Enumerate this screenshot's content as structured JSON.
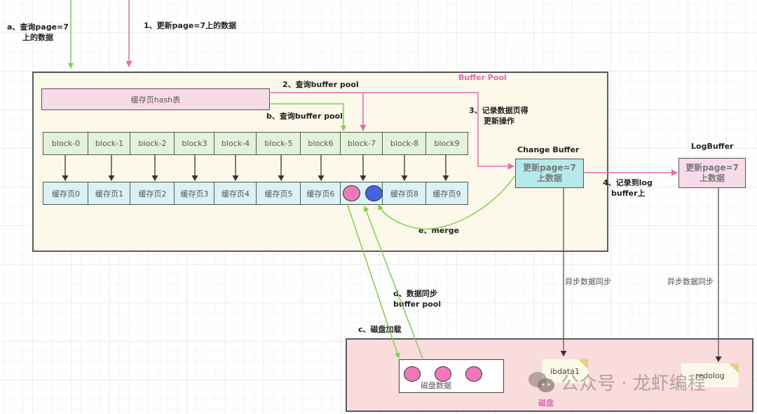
{
  "labels": {
    "a_query": "a、查询page=7",
    "a_query2": "上的数据",
    "step1": "1、更新page=7上的数据",
    "step2": "2、查询buffer pool",
    "step_b": "b、查询buffer pool",
    "step3_line1": "3、记录数据页得",
    "step3_line2": "更新操作",
    "step4_line1": "4、记录到log",
    "step4_line2": "buffer上",
    "step_c": "c、磁盘加载",
    "step_d_line1": "d、数据同步",
    "step_d_line2": "buffer pool",
    "step_e": "e、merge",
    "async_sync_1": "异步数据同步",
    "async_sync_2": "异步数据同步"
  },
  "buffer_pool": {
    "title": "Buffer Pool",
    "hash_table": "缓存页hash表",
    "blocks": [
      "block-0",
      "block-1",
      "block-2",
      "block3",
      "block-4",
      "block-5",
      "block6",
      "block-7",
      "block-8",
      "block9"
    ],
    "pages": [
      "缓存页0",
      "缓存页1",
      "缓存页2",
      "缓存页3",
      "缓存页4",
      "缓存页5",
      "缓存页6",
      "",
      "缓存页8",
      "缓存页9"
    ]
  },
  "change_buffer": {
    "title": "Change Buffer",
    "line1": "更新page=7",
    "line2": "上数据"
  },
  "log_buffer": {
    "title": "LogBuffer",
    "line1": "更新page=7",
    "line2": "上数据"
  },
  "disk": {
    "title": "磁盘",
    "disk_data": "磁盘数据",
    "ibdata": "ibdata1",
    "redolog": "redolog"
  },
  "watermark": {
    "icon": "wechat-icon",
    "text": "公众号 · 龙虾编程"
  },
  "colors": {
    "green": "#7dd14f",
    "pink": "#ef68ad",
    "dark": "#3a3a3a"
  }
}
